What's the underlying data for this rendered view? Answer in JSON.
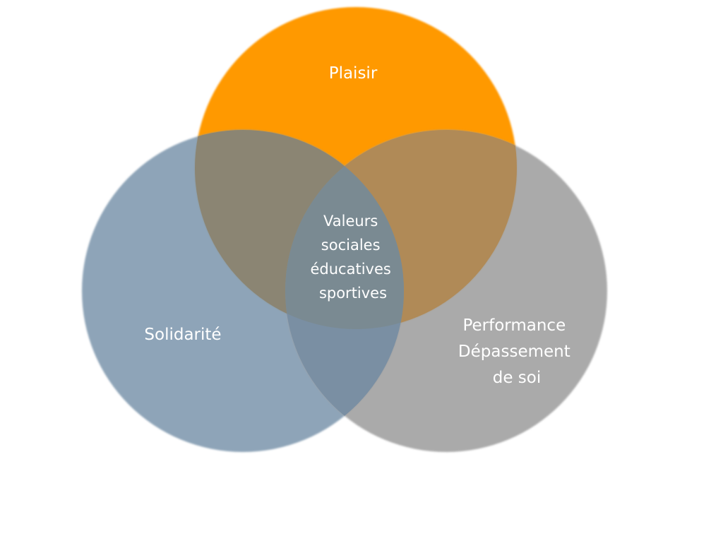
{
  "diagram": {
    "type": "venn",
    "sets": [
      {
        "id": "plaisir",
        "label": [
          "Plaisir"
        ],
        "color": "#FF9900"
      },
      {
        "id": "solidarite",
        "label": [
          "Solidarité"
        ],
        "color": "#7E97AE"
      },
      {
        "id": "performance",
        "label": [
          "Performance",
          "Dépassement",
          "de soi"
        ],
        "color": "#9E9E9E"
      }
    ],
    "intersection": {
      "label": [
        "Valeurs",
        "sociales",
        "éducatives",
        "sportives"
      ],
      "color": "#7A8A92"
    }
  }
}
